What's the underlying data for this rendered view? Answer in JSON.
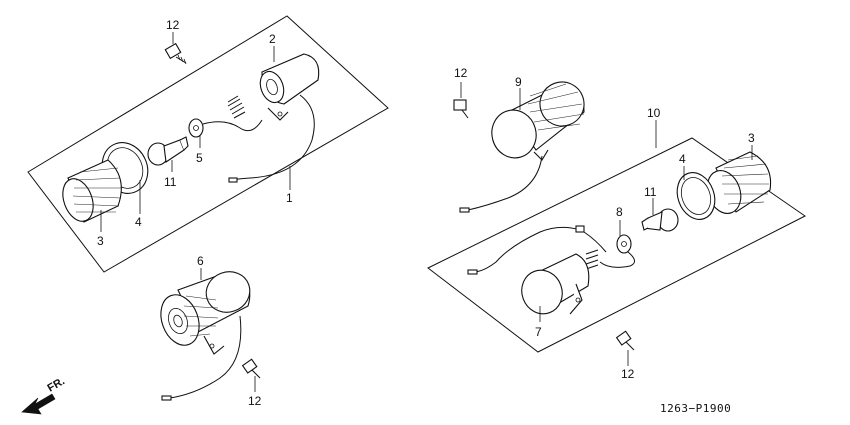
{
  "diagram_code": "1263−P1900",
  "direction_label": "FR.",
  "callouts": {
    "left_group": [
      "12",
      "2",
      "3",
      "4",
      "11",
      "5",
      "1"
    ],
    "left_bottom": [
      "6",
      "12"
    ],
    "right_top": [
      "12",
      "9"
    ],
    "right_group": [
      "10",
      "3",
      "4",
      "11",
      "8",
      "7",
      "12"
    ]
  }
}
